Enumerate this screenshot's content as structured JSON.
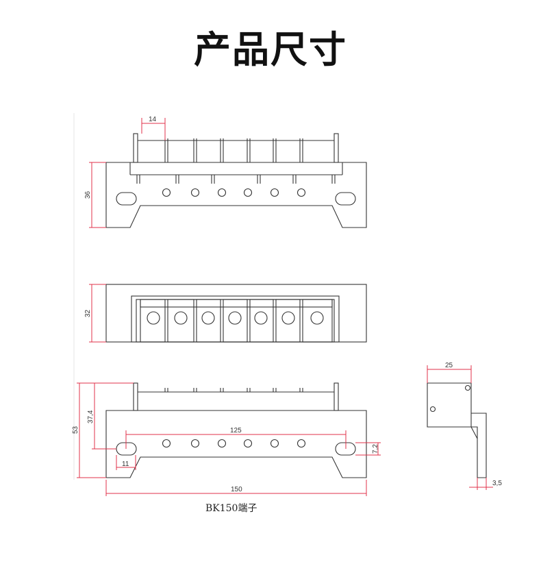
{
  "title": "产品尺寸",
  "caption": "BK150端子",
  "dimensions": {
    "pitch": "14",
    "height_front": "36",
    "depth_top": "32",
    "height_total": "53",
    "height_partial": "37,4",
    "hole_spacing": "125",
    "slot_height": "7,2",
    "slot_offset": "11",
    "total_length": "150",
    "side_width": "25",
    "thickness": "3,5"
  },
  "colors": {
    "line": "#333333",
    "dim_red": "#e0304a"
  }
}
